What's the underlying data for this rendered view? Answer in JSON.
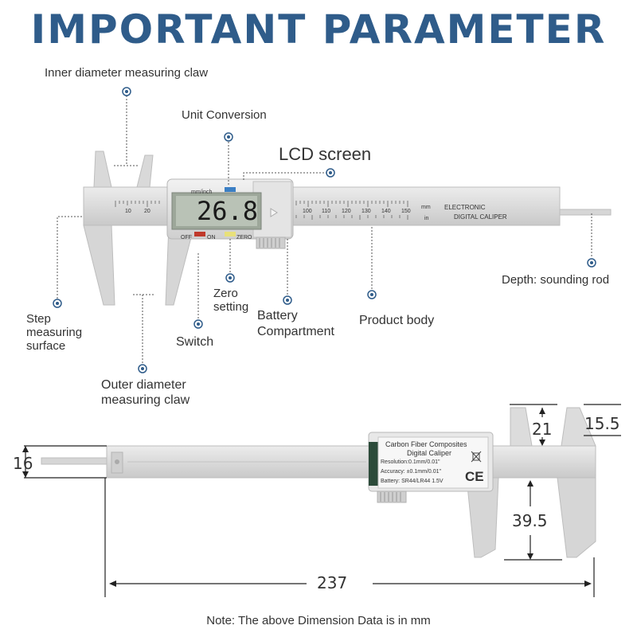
{
  "title": "IMPORTANT PARAMETER",
  "labels": {
    "inner_claw": "Inner diameter measuring claw",
    "unit_conversion": "Unit Conversion",
    "lcd_screen": "LCD screen",
    "depth_rod": "Depth: sounding rod",
    "zero_setting": "Zero setting",
    "battery_compartment": "Battery Compartment",
    "product_body": "Product body",
    "step_surface": "Step measuring surface",
    "switch": "Switch",
    "outer_claw": "Outer diameter measuring claw"
  },
  "caliper_top": {
    "unit_label": "mm/inch",
    "display_value": "26.8",
    "off_label": "OFF",
    "on_label": "ON",
    "zero_label": "ZERO",
    "brand_line1": "ELECTRONIC",
    "brand_line2": "DIGITAL CALIPER",
    "scale_mm": [
      "10",
      "20",
      "100",
      "110",
      "120",
      "130",
      "140",
      "150"
    ],
    "mm_unit": "mm",
    "in_unit": "in"
  },
  "caliper_bottom": {
    "line1": "Carbon Fiber Composites",
    "line2": "Digital Caliper",
    "line3": "Resolution:0.1mm/0.01\"",
    "line4": "Accuracy: ±0.1mm/0.01\"",
    "line5": "Battery: SR44/LR44 1.5V",
    "ce_mark": "CE"
  },
  "dimensions": {
    "claw_width": "21",
    "inner_claw_height": "15.5",
    "rod_height": "16",
    "outer_claw_length": "39.5",
    "total_length": "237"
  },
  "note": "Note: The above Dimension Data is in mm",
  "colors": {
    "title": "#2f5c8a",
    "callout_dot": "#2f5c8a",
    "caliper_body": "#d6d6d6",
    "lcd": "#b9c2b6"
  }
}
